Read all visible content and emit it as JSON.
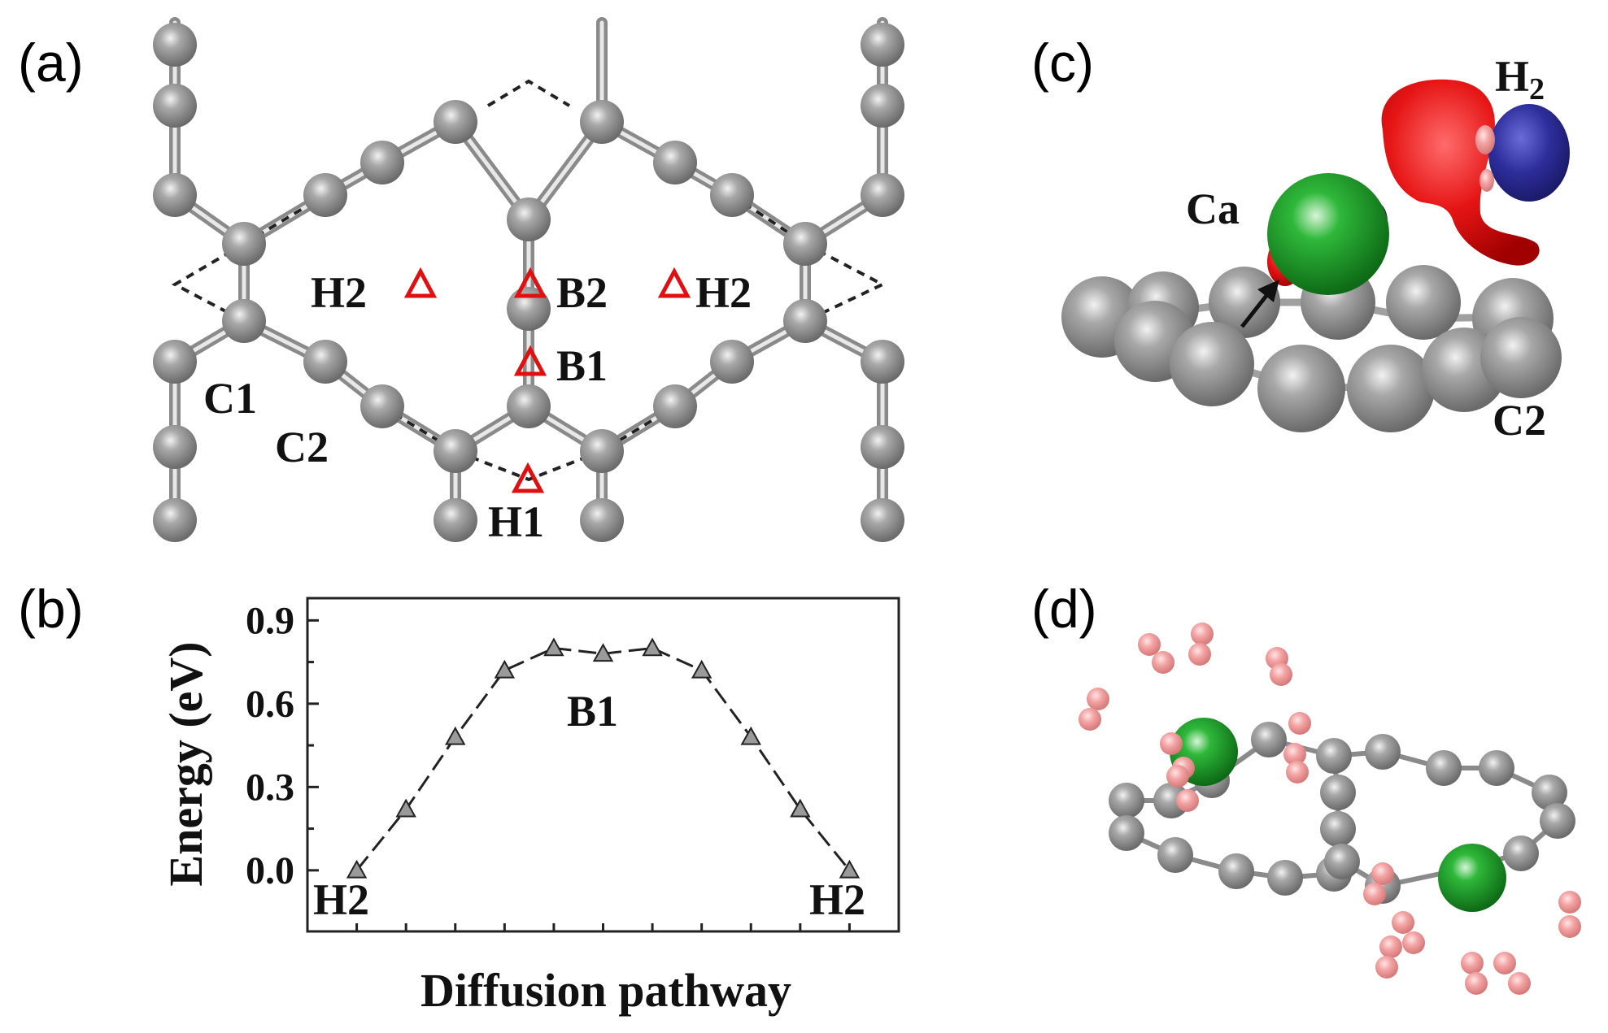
{
  "panels": {
    "a": {
      "label": "(a)",
      "sites": [
        "H2",
        "B2",
        "H2",
        "B1",
        "H1",
        "C1",
        "C2"
      ]
    },
    "b": {
      "label": "(b)"
    },
    "c": {
      "label": "(c)",
      "ca": "Ca",
      "h2": "H",
      "h2_sub": "2",
      "c2": "C2"
    },
    "d": {
      "label": "(d)"
    }
  },
  "colors": {
    "carbon": "#8c8c8c",
    "calcium": "#1f9a2a",
    "hydrogen": "#f0a0a0",
    "depletion": "#e01010",
    "accumulation": "#2a2a9a",
    "marker": "#e01010"
  },
  "chart_data": {
    "type": "line",
    "x": [
      1,
      2,
      3,
      4,
      5,
      6,
      7,
      8,
      9,
      10,
      11
    ],
    "values": [
      0.0,
      0.22,
      0.48,
      0.72,
      0.8,
      0.78,
      0.8,
      0.72,
      0.48,
      0.22,
      0.0
    ],
    "ylim": [
      -0.22,
      0.98
    ],
    "xlim": [
      0,
      12
    ],
    "yticks": [
      "0.0",
      "0.3",
      "0.6",
      "0.9"
    ],
    "ytick_values": [
      0.0,
      0.3,
      0.6,
      0.9
    ],
    "xlabel": "Diffusion pathway",
    "ylabel": "Energy (eV)",
    "annotations": [
      "H2",
      "B1",
      "H2"
    ],
    "marker": "triangle",
    "line_style": "dashed"
  }
}
